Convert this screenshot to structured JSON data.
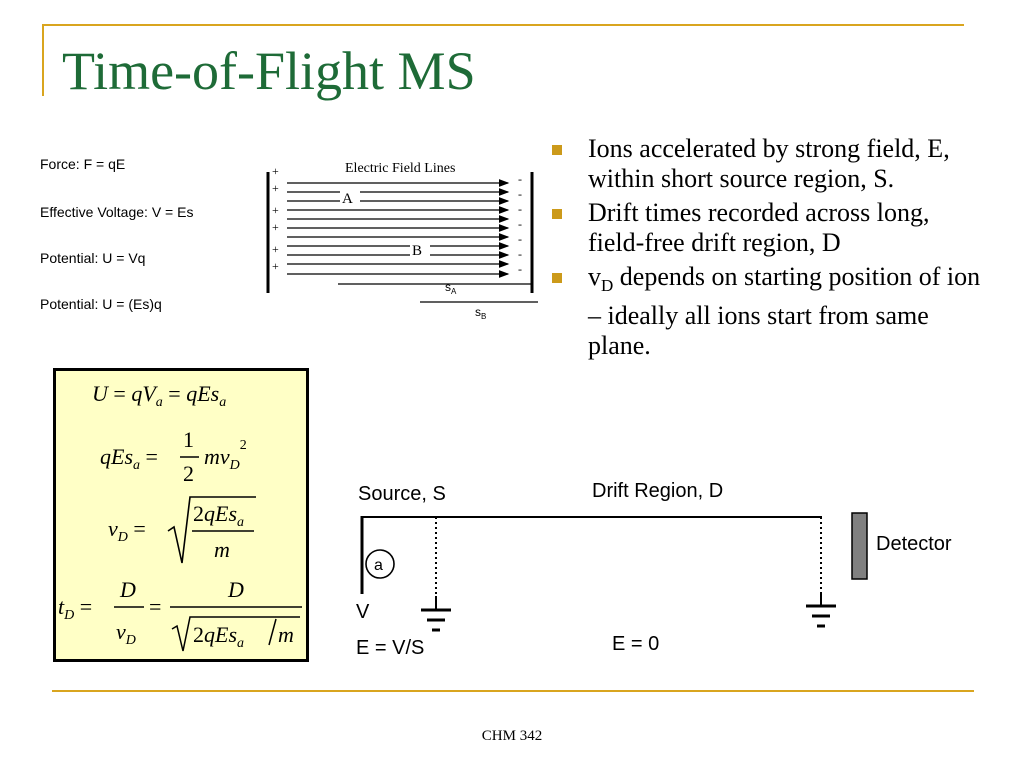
{
  "title": "Time-of-Flight MS",
  "equations_list": [
    "Force: F = qE",
    "Effective Voltage: V = Es",
    "Potential: U = Vq",
    "Potential: U = (Es)q"
  ],
  "field_diagram": {
    "label": "Electric Field Lines",
    "point_a": "A",
    "point_b": "B",
    "s_a": "s",
    "s_a_sub": "A",
    "s_b": "s",
    "s_b_sub": "B"
  },
  "bullets": [
    {
      "text": "Ions accelerated by strong field, E, within short source region, S."
    },
    {
      "text": "Drift times recorded across long, field-free drift region, D"
    },
    {
      "pre": "v",
      "sub": "D",
      "text": " depends on starting position of ion – ideally all ions start from same plane."
    }
  ],
  "equation_box": {
    "eq1": "U = qVa = qEsa",
    "eq2": "qEsa = 1/2 mvD²",
    "eq3": "vD = √(2qEsa/m)",
    "eq4": "tD = D/vD = D/√(2qEsa/m)"
  },
  "drift_diagram": {
    "source_label": "Source, S",
    "drift_label": "Drift Region, D",
    "detector_label": "Detector",
    "ion_label": "a",
    "voltage_label": "V",
    "field_source": "E = V/S",
    "field_drift": "E = 0"
  },
  "footer": "CHM 342"
}
